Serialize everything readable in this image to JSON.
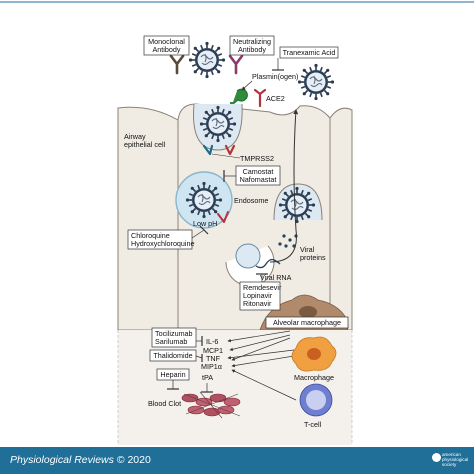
{
  "labels": {
    "monoclonal_line1": "Monoclonal",
    "monoclonal_line2": "Antibody",
    "neutralizing_line1": "Neutralizing",
    "neutralizing_line2": "Antibody",
    "tranexamic": "Tranexamic Acid",
    "plasmin": "Plasmin(ogen)",
    "ace2": "ACE2",
    "airway_line1": "Airway",
    "airway_line2": "epithelial cell",
    "tmprss2": "TMPRSS2",
    "camostat": "Camostat",
    "nafomastat": "Nafomastat",
    "endosome": "Endosome",
    "low_ph": "Low pH",
    "chloroquine": "Chloroquine",
    "hydroxychloroquine": "Hydroxychloroquine",
    "viral_proteins_line1": "Viral",
    "viral_proteins_line2": "proteins",
    "viral_rna": "Viral RNA",
    "remdesevir": "Remdesevir",
    "lopinavir": "Lopinavir",
    "ritonavir": "Ritonavir",
    "alveolar_macrophage": "Alveolar macrophage",
    "tocilizumab": "Tocilizumab",
    "sarilumab": "Sarilumab",
    "il6": "IL-6",
    "mcp1": "MCP1",
    "thalidomide": "Thalidomide",
    "tnf": "TNF",
    "mip1a": "MIP1α",
    "heparin": "Heparin",
    "tpa": "tPA",
    "macrophage": "Macrophage",
    "blood_clot": "Blood Clot",
    "t_cell": "T-cell"
  },
  "footer": {
    "journal": "Physiological Reviews",
    "copyright": "© 2020",
    "logo_line1": "american",
    "logo_line2": "physiological",
    "logo_line3": "society"
  },
  "colors": {
    "cell_fill": "#f0ece4",
    "cell_stroke": "#8a8276",
    "endosome_fill": "#cfe6f2",
    "virus_envelope": "#2b3f57",
    "spike": "#2e3a4e",
    "ace2": "#b4343c",
    "plasmin": "#2e8b3a",
    "antibody_dark": "#5a4a3a",
    "antibody_light": "#8c3a6a",
    "macrophage_fill": "#f0a040",
    "tcell_fill": "#6f7fd0",
    "alveolar_fill": "#b08a6a",
    "clot_fill": "#b05060",
    "footer_bg": "#1f6f98"
  }
}
